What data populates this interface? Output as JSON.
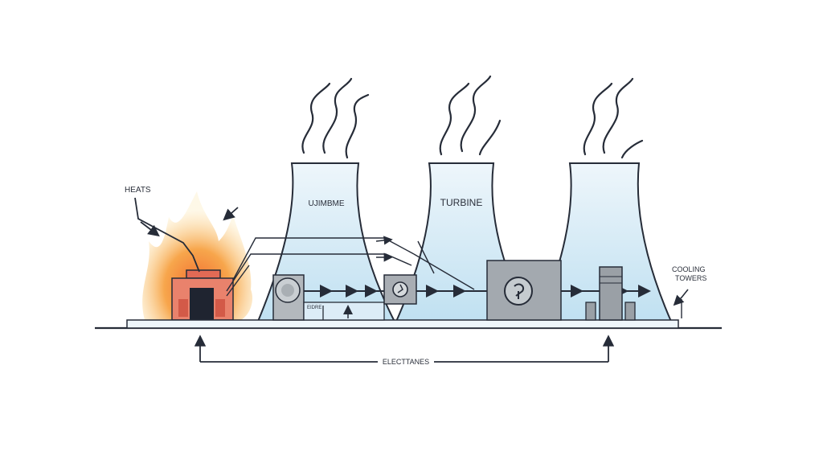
{
  "labels": {
    "heats": "HEATS",
    "tower1": "UJIMBME",
    "tower2": "TURBINE",
    "small_box": "EIDRE",
    "cooling_line1": "COOLING",
    "cooling_line2": "TOWERS",
    "bottom": "ELECTTANES"
  },
  "colors": {
    "tower_fill": "#dcecf7",
    "water": "#bfe0f1",
    "outline": "#262c38",
    "metal": "#9aa0a6",
    "flame_outer": "#f5b35a",
    "flame_inner": "#f07c3a",
    "furnace": "#e26a55"
  },
  "icons": [
    "flame-icon",
    "steam-icon",
    "turbine-icon",
    "generator-icon",
    "pump-icon"
  ]
}
